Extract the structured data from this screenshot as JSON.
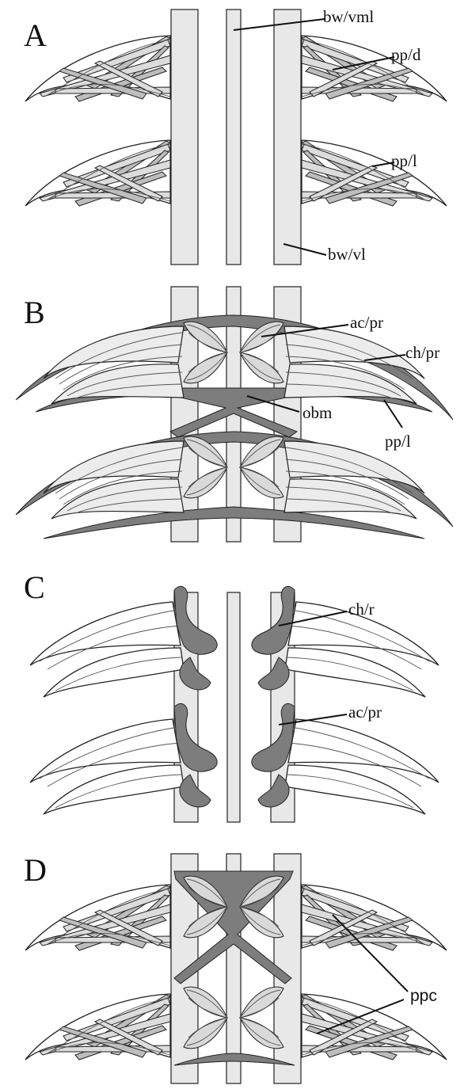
{
  "panels": [
    {
      "letter": "A"
    },
    {
      "letter": "B"
    },
    {
      "letter": "C"
    },
    {
      "letter": "D"
    }
  ],
  "labels": {
    "bw_vml": "bw/vml",
    "pp_d": "pp/d",
    "pp_l_a": "pp/l",
    "bw_vl": "bw/vl",
    "ac_pr_b": "ac/pr",
    "ch_pr": "ch/pr",
    "obm": "obm",
    "pp_l_b": "pp/l",
    "ch_r": "ch/r",
    "ac_pr_c": "ac/pr",
    "ppc": "ppc"
  },
  "colors": {
    "body_wall": "#e8e8e8",
    "muscle_band": "#bdbdbd",
    "dark_muscle": "#7d7d7d",
    "outline": "#222222"
  }
}
